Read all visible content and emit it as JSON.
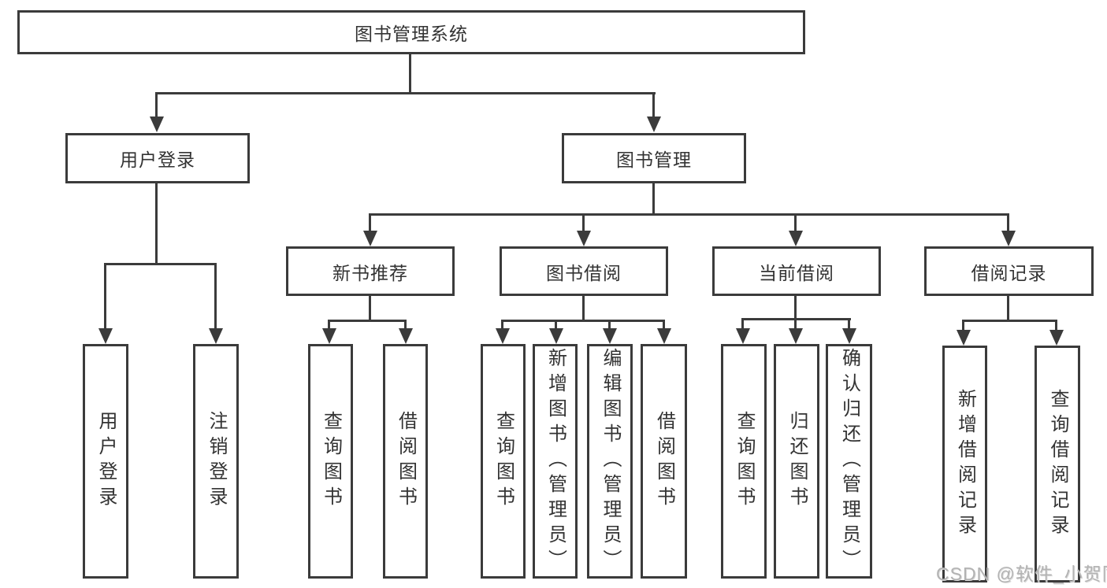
{
  "diagram": {
    "root": {
      "label": "图书管理系统"
    },
    "level2": [
      {
        "label": "用户登录",
        "leaves": [
          {
            "label": "用户登录"
          },
          {
            "label": "注销登录"
          }
        ]
      },
      {
        "label": "图书管理",
        "sections": [
          {
            "label": "新书推荐",
            "leaves": [
              {
                "label": "查询图书"
              },
              {
                "label": "借阅图书"
              }
            ]
          },
          {
            "label": "图书借阅",
            "leaves": [
              {
                "label": "查询图书"
              },
              {
                "label": "新增图书（管理员）"
              },
              {
                "label": "编辑图书（管理员）"
              },
              {
                "label": "借阅图书"
              }
            ]
          },
          {
            "label": "当前借阅",
            "leaves": [
              {
                "label": "查询图书"
              },
              {
                "label": "归还图书"
              },
              {
                "label": "确认归还（管理员）"
              }
            ]
          },
          {
            "label": "借阅记录",
            "leaves": [
              {
                "label": "新增借阅记录"
              },
              {
                "label": "查询借阅记录"
              }
            ]
          }
        ]
      }
    ]
  },
  "colors": {
    "line": "#3b3b3b",
    "text": "#333333",
    "watermark": "#b3b3b3",
    "background": "#ffffff"
  },
  "watermark": {
    "text": "CSDN @软件_小贺同学"
  }
}
